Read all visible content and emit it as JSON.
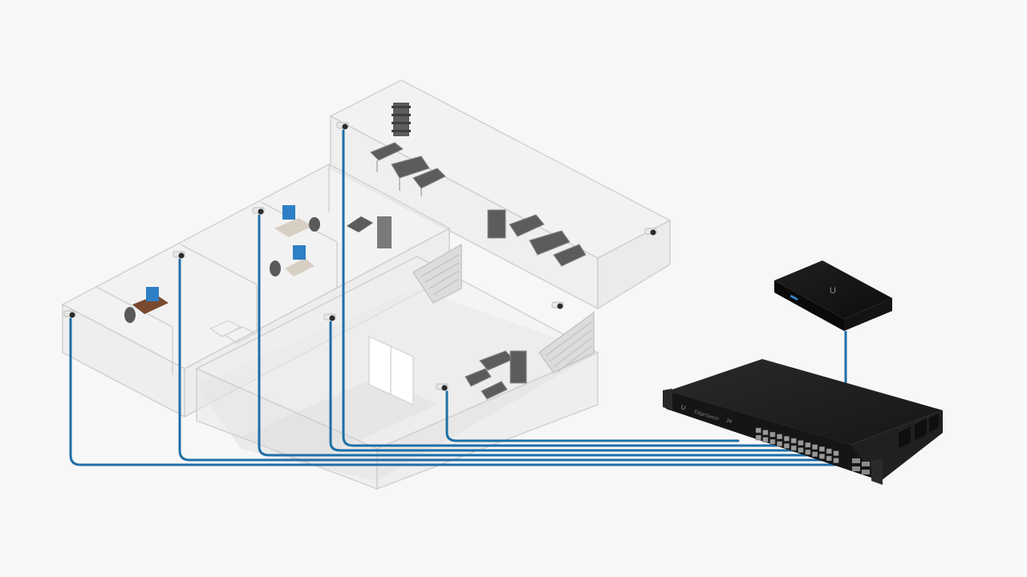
{
  "diagram": {
    "cable_color": "#1f6fa8",
    "wall_stroke": "#c9c9c9",
    "glass_fill": "#e6e6e6",
    "floor_shadow": "#d8d8d8",
    "furniture_color": "#5c5c5c",
    "monitor_color": "#2e7fc6",
    "desk_color": "#7a4a2e",
    "device_body": "#1c1c1c",
    "device_port": "#9a9a9a"
  },
  "devices": {
    "switch": {
      "icon": "ubiquiti-u-logo",
      "brand_mark": "U",
      "label": "EdgeSwitch",
      "model": "24",
      "ports": 24
    },
    "controller": {
      "icon": "ubiquiti-u-logo",
      "brand_mark": "U"
    }
  },
  "cameras": [
    {
      "id": "cam-1",
      "icon": "camera-icon"
    },
    {
      "id": "cam-2",
      "icon": "camera-icon"
    },
    {
      "id": "cam-3",
      "icon": "camera-icon"
    },
    {
      "id": "cam-4",
      "icon": "camera-icon"
    },
    {
      "id": "cam-5",
      "icon": "camera-icon"
    },
    {
      "id": "cam-6",
      "icon": "camera-icon"
    },
    {
      "id": "cam-7",
      "icon": "camera-icon"
    },
    {
      "id": "cam-8",
      "icon": "camera-icon"
    }
  ]
}
